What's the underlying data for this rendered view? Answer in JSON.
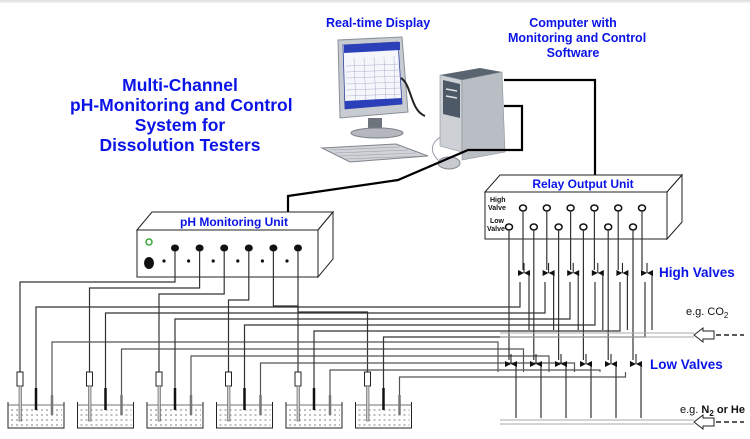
{
  "title": {
    "lines": [
      "Multi-Channel",
      "pH-Monitoring and Control",
      "System for",
      "Dissolution Testers"
    ]
  },
  "labels": {
    "realtime_display": "Real-time Display",
    "computer": [
      "Computer with",
      "Monitoring and Control",
      "Software"
    ],
    "ph_unit": "pH Monitoring Unit",
    "relay_unit": "Relay Output Unit",
    "relay_high": [
      "High",
      "Valve"
    ],
    "relay_low": [
      "Low",
      "Valve"
    ],
    "high_valves": "High Valves",
    "low_valves": "Low Valves",
    "gas_high_prefix": "e.g. ",
    "gas_high": "CO",
    "gas_high_sub": "2",
    "gas_low_prefix": "e.g. ",
    "gas_low_a": "N",
    "gas_low_sub": "2",
    "gas_low_b": " or He"
  },
  "diagram": {
    "vessel_count": 6,
    "ph_channels": 6,
    "relay_high_outputs": 6,
    "relay_low_outputs": 6,
    "high_valve_count": 6,
    "low_valve_count": 6,
    "colors": {
      "accent_text": "#0a14e6",
      "wire": "#222222",
      "led": "#3aa83a",
      "liquid_dash": "#444444"
    }
  }
}
